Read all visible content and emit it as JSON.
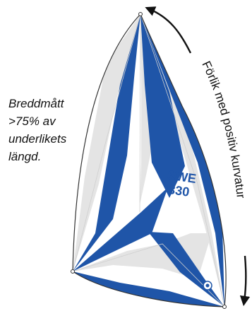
{
  "note": {
    "lines": [
      "Breddmått",
      ">75% av",
      "underlikets",
      "längd."
    ]
  },
  "luff_label": "Förlik med positiv kurvatur",
  "sail_number": {
    "lines": [
      "SWE",
      "330"
    ]
  },
  "colors": {
    "blue": "#1f55a8",
    "grey": "#e3e3e3",
    "white": "#ffffff",
    "outline": "#333333",
    "text": "#111111"
  },
  "icons": [
    "curved-arrow-up-icon",
    "curved-arrow-down-icon",
    "sail-logo-icon"
  ]
}
